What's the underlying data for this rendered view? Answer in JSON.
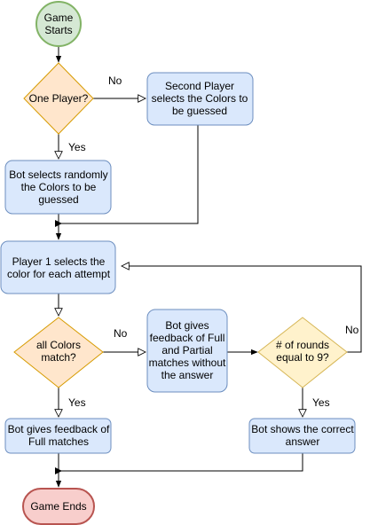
{
  "colors": {
    "start_fill": "#d5e8d4",
    "start_stroke": "#82b366",
    "end_fill": "#f8cecc",
    "end_stroke": "#b85450",
    "process_fill": "#dae8fc",
    "process_stroke": "#6c8ebf",
    "decision_orange_fill": "#ffe6cc",
    "decision_orange_stroke": "#d79b00",
    "decision_yellow_fill": "#fff2cc",
    "decision_yellow_stroke": "#d6b656",
    "edge": "#000000"
  },
  "nodes": {
    "game_starts": [
      "Game",
      "Starts"
    ],
    "one_player": [
      "One Player?"
    ],
    "second_player": [
      "Second Player",
      "selects the Colors to",
      "be guessed"
    ],
    "bot_selects": [
      "Bot selects randomly",
      "the Colors to be",
      "guessed"
    ],
    "player1_selects": [
      "Player 1 selects the",
      "color for each attempt"
    ],
    "all_colors_match": [
      "all Colors",
      "match?"
    ],
    "bot_feedback_partial": [
      "Bot gives",
      "feedback of Full",
      "and Partial",
      "matches without",
      "the answer"
    ],
    "rounds_equal_9": [
      "# of rounds",
      "equal to 9?"
    ],
    "bot_feedback_full": [
      "Bot gives feedback of",
      "Full matches"
    ],
    "bot_shows_answer": [
      "Bot shows the correct",
      "answer"
    ],
    "game_ends": [
      "Game Ends"
    ]
  },
  "edge_labels": {
    "one_player_no": "No",
    "one_player_yes": "Yes",
    "match_no": "No",
    "match_yes": "Yes",
    "rounds_no": "No",
    "rounds_yes": "Yes"
  }
}
